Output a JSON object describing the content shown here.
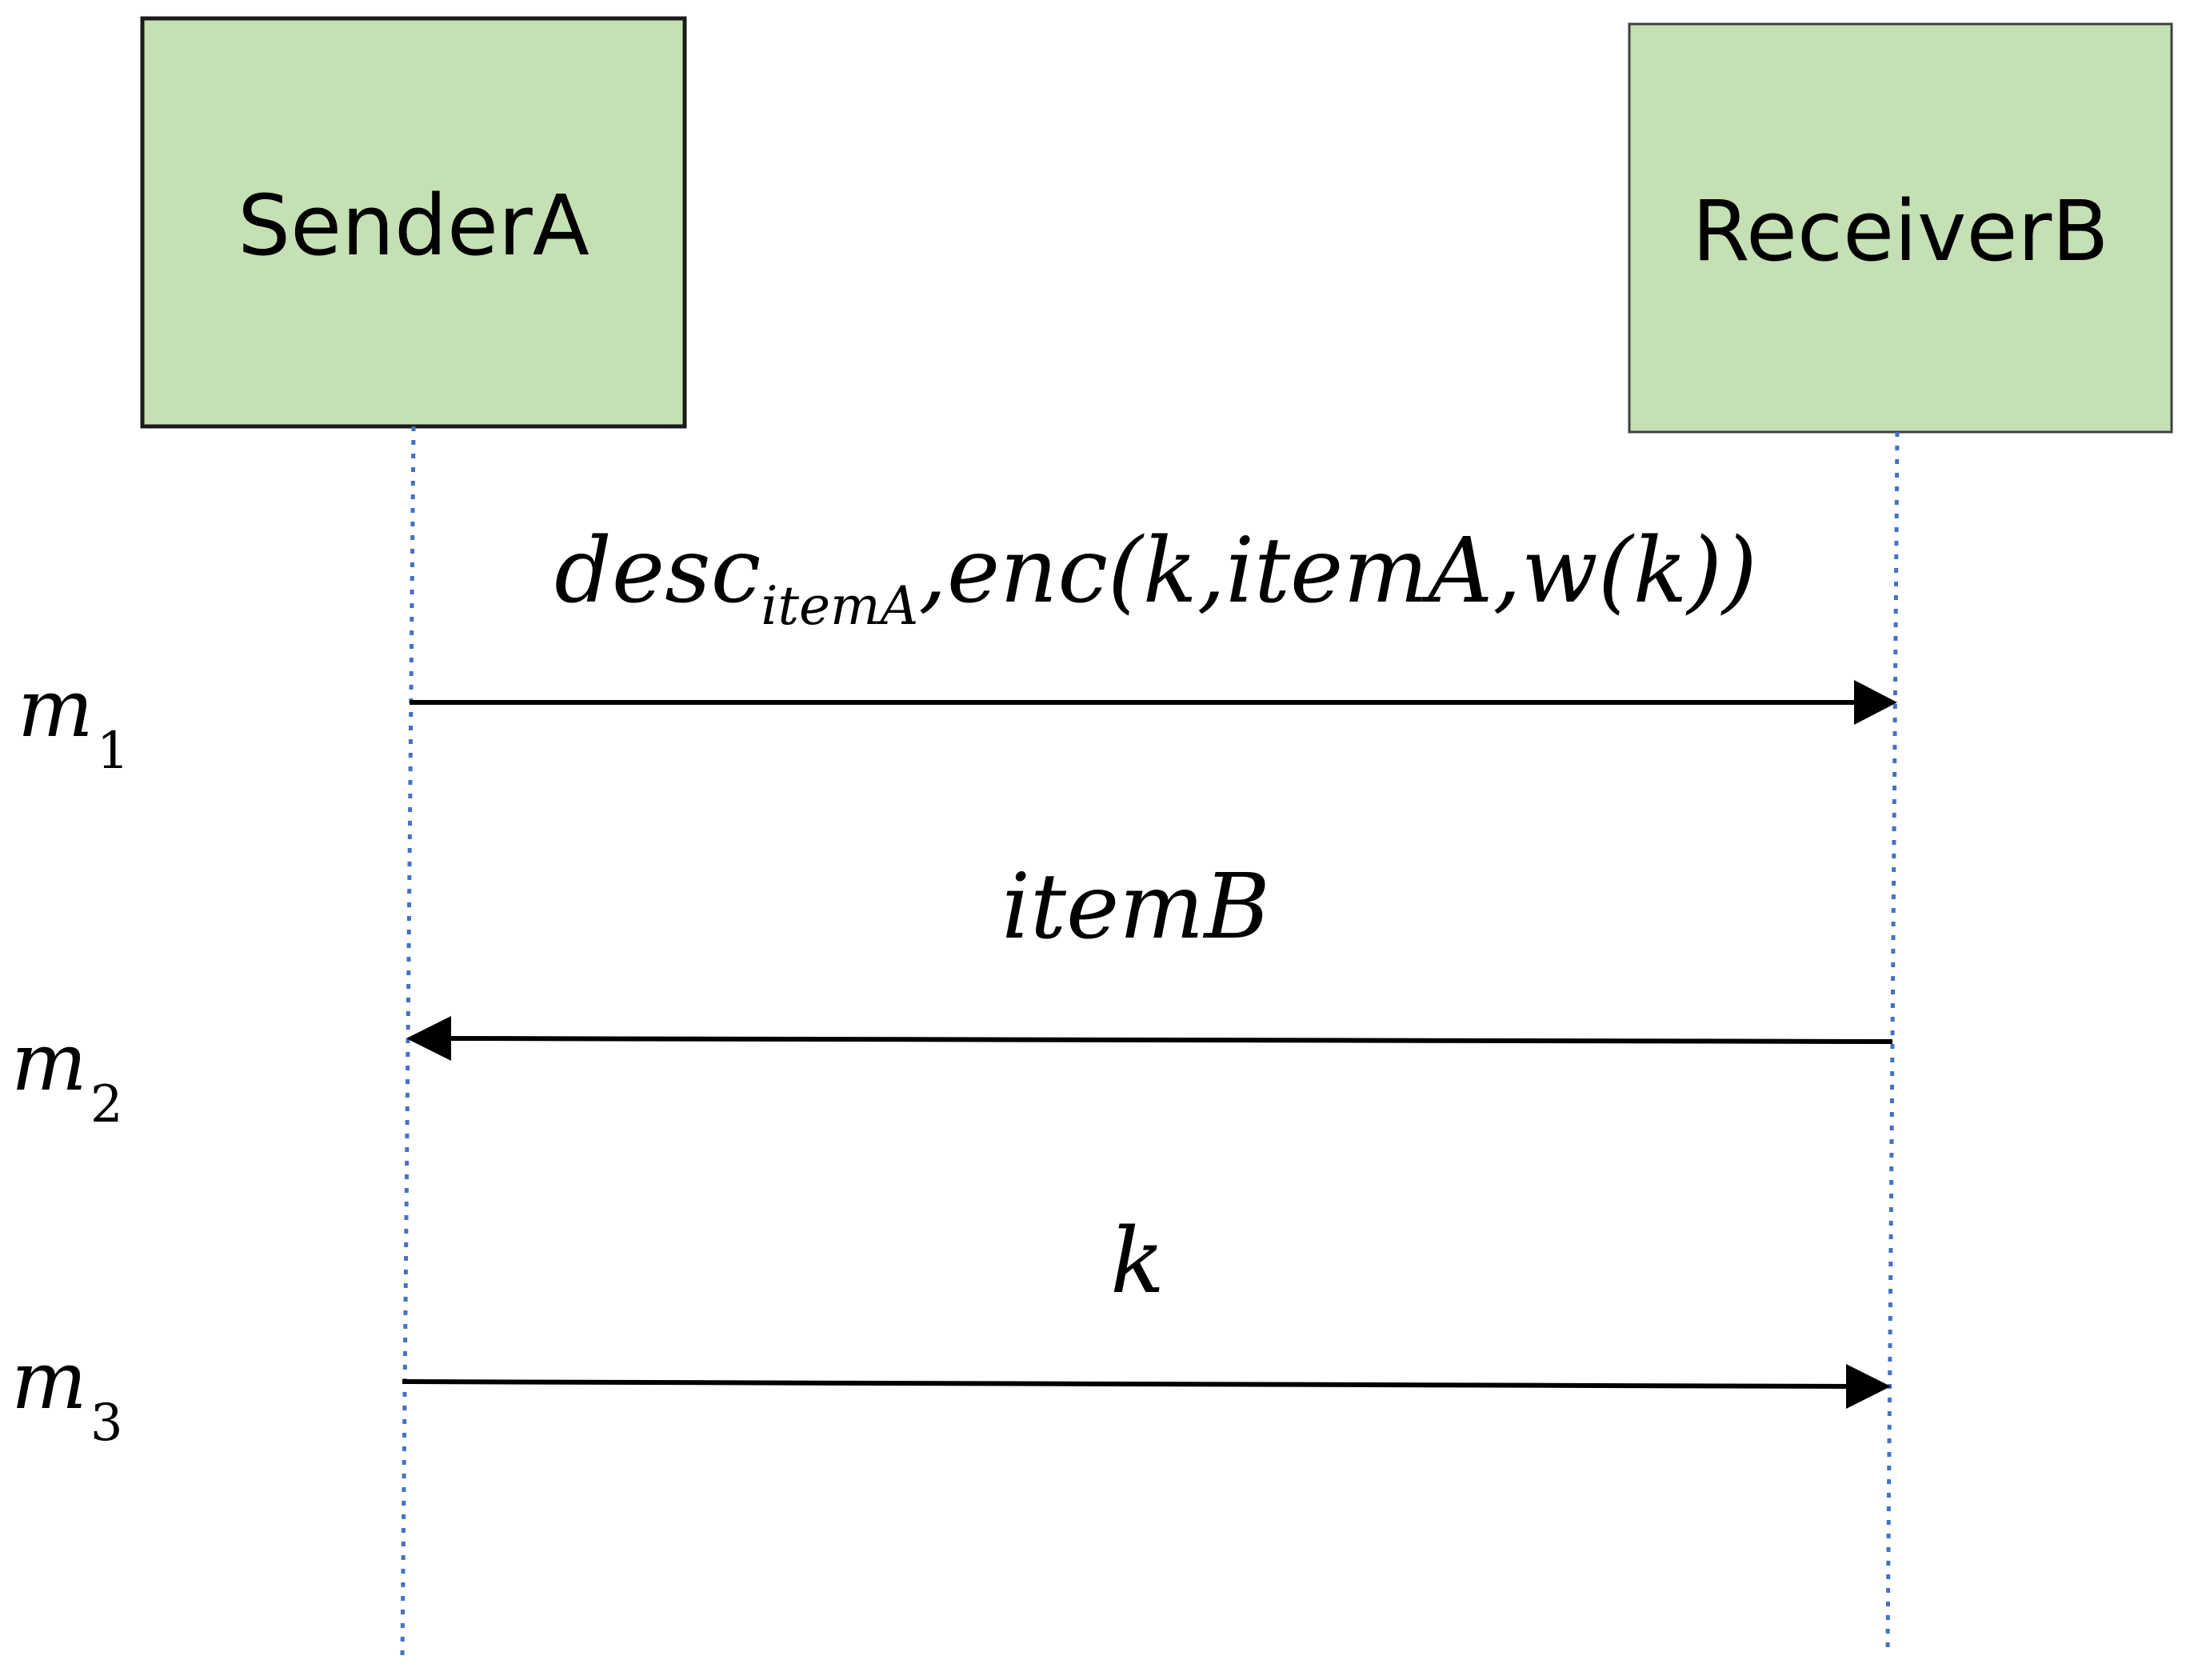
{
  "actors": [
    {
      "id": "sender",
      "label": "SenderA",
      "fill": "#c5e0b4",
      "stroke": "#1a1a1a"
    },
    {
      "id": "receiver",
      "label": "ReceiverB",
      "fill": "#c5e0b4",
      "stroke": "#404040"
    }
  ],
  "lifeline_color": "#4472c4",
  "arrow_color": "#000000",
  "messages": [
    {
      "index_base": "m",
      "index_sub": "1",
      "direction": "sender-to-receiver",
      "label_parts": [
        {
          "text": "desc",
          "sub": false
        },
        {
          "text": "itemA",
          "sub": true
        },
        {
          "text": ",enc(k,itemA,w(k))",
          "sub": false
        }
      ]
    },
    {
      "index_base": "m",
      "index_sub": "2",
      "direction": "receiver-to-sender",
      "label_parts": [
        {
          "text": "itemB",
          "sub": false
        }
      ]
    },
    {
      "index_base": "m",
      "index_sub": "3",
      "direction": "sender-to-receiver",
      "label_parts": [
        {
          "text": "k",
          "sub": false
        }
      ]
    }
  ]
}
